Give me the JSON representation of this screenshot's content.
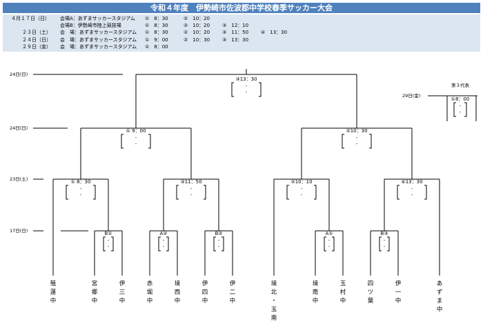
{
  "title": "令和４年度　伊勢崎市佐波郡中学校春季サッカー大会",
  "schedule": [
    {
      "date": "４月１７日（日）",
      "venue": "会場A：あずまサッカースタジアム",
      "slots": [
        "①　8：30",
        "②　10：20"
      ]
    },
    {
      "date": "",
      "venue": "会場B：伊勢崎市陸上競技場",
      "slots": [
        "①　8：30",
        "②　10：20",
        "③　12：10"
      ]
    },
    {
      "date": "２３日（土）",
      "venue": "会　場：あずまサッカースタジアム",
      "slots": [
        "①　8：30",
        "②　10：20",
        "③　11：50",
        "④　13：30"
      ]
    },
    {
      "date": "２４日（日）",
      "venue": "会　場：あずまサッカースタジアム",
      "slots": [
        "①　9：00",
        "②　10：30",
        "③　13：30"
      ]
    },
    {
      "date": "２９日（金）",
      "venue": "会　場：あずまサッカースタジアム",
      "slots": [
        "①　8：00"
      ]
    }
  ],
  "round_dates": {
    "final": "24日(日)",
    "semi": "24日(日)",
    "quarter": "23日(土)",
    "first": "17日(日)",
    "third_place_date": "29日(金)"
  },
  "third_place_title": "第３代表",
  "slots": {
    "final": "③13：30",
    "semi_left": "① 9：00",
    "semi_right": "②10：30",
    "qf1": "① 8：30",
    "qf2": "③11：50",
    "qf3": "②10：10",
    "qf4": "④13：30",
    "r1_a": "B①",
    "r1_b": "A②",
    "r1_c": "B②",
    "r1_d": "A①",
    "r1_e": "B③",
    "third": "①8：00"
  },
  "score_placeholder": "-",
  "teams": [
    "殖蓮中",
    "宮郷中",
    "伊三中",
    "赤堀中",
    "境西中",
    "伊四中",
    "伊二中",
    "境北・玉南",
    "境南中",
    "玉村中",
    "四ツ葉",
    "伊一中",
    "あずま中"
  ]
}
